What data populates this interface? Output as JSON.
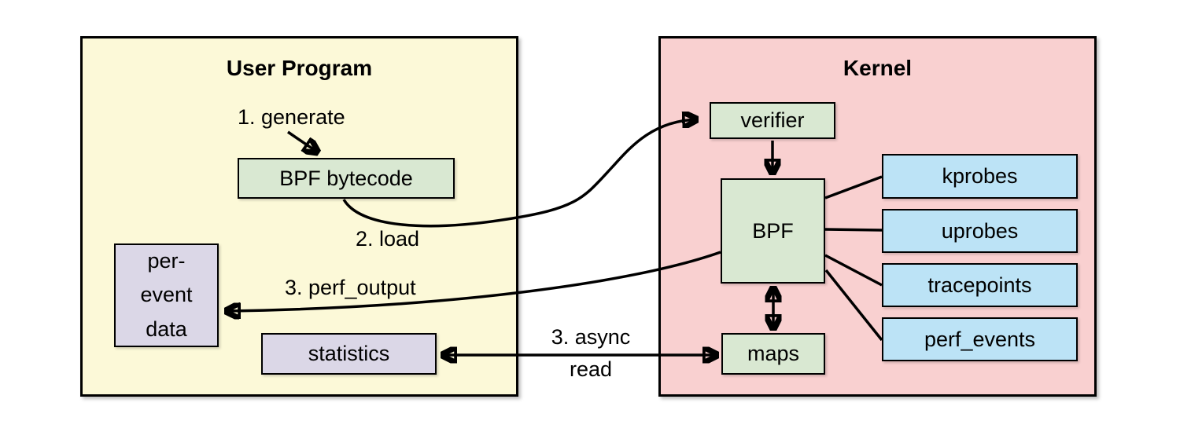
{
  "user_program": {
    "title": "User Program",
    "bpf_bytecode": "BPF bytecode",
    "per_event_data": "per-\nevent\ndata",
    "statistics": "statistics"
  },
  "kernel": {
    "title": "Kernel",
    "verifier": "verifier",
    "bpf": "BPF",
    "maps": "maps",
    "event_sources": [
      "kprobes",
      "uprobes",
      "tracepoints",
      "perf_events"
    ]
  },
  "labels": {
    "generate": "1. generate",
    "load": "2. load",
    "perf_output": "3. perf_output",
    "async_line1": "3. async",
    "async_line2": "read"
  },
  "colors": {
    "user_program_bg": "#fcf9d8",
    "kernel_bg": "#f9d0d0",
    "program_node_bg": "#d9e8d2",
    "data_node_bg": "#dbd7e7",
    "event_source_bg": "#bce3f6",
    "border": "#000000",
    "background": "#ffffff"
  }
}
